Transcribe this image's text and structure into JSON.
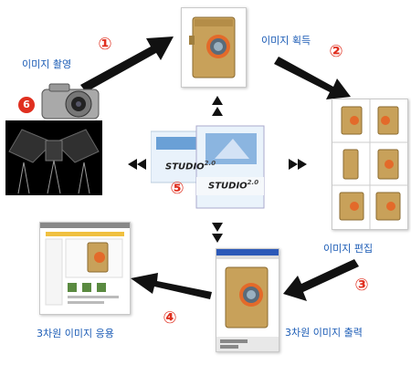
{
  "labels": {
    "capture": "이미지 촬영",
    "acquire": "이미지 획득",
    "edit": "이미지 편집",
    "output": "3차원 이미지 출력",
    "apply": "3차원 이미지 응용"
  },
  "steps": {
    "s1": "①",
    "s2": "②",
    "s3": "③",
    "s4": "④",
    "s5": "⑤",
    "s6": "6"
  },
  "software": {
    "brand": "STUDIO",
    "version": "2.0"
  },
  "colors": {
    "label": "#1a5bb5",
    "step": "#e03020",
    "arrow": "#111111",
    "device": "#c8a15a",
    "lens": "#e36a2a"
  }
}
